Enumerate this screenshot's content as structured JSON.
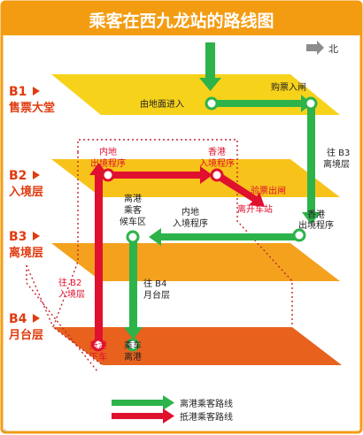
{
  "title": "乘客在西九龙站的路线图",
  "compass": {
    "label": "北"
  },
  "floors": [
    {
      "code": "B1",
      "name": "售票大堂"
    },
    {
      "code": "B2",
      "name": "入境层"
    },
    {
      "code": "B3",
      "name": "离境层"
    },
    {
      "code": "B4",
      "name": "月台层"
    }
  ],
  "labels": {
    "ground_entry": "由地面进入",
    "ticket_gate": "购票入闸",
    "to_b3_1": "往 B3",
    "to_b3_2": "离境层",
    "mainland_exit_1": "内地",
    "mainland_exit_2": "出境程序",
    "hk_entry_1": "香港",
    "hk_entry_2": "入境程序",
    "ticket_exit": "验票出闸",
    "leave_station": "离开车站",
    "hk_exit_1": "香港",
    "hk_exit_2": "出境程序",
    "waiting_1": "离港",
    "waiting_2": "乘客",
    "waiting_3": "候车区",
    "mainland_entry_1": "内地",
    "mainland_entry_2": "入境程序",
    "to_b4_1": "往 B4",
    "to_b4_2": "月台层",
    "to_b2_1": "往 B2",
    "to_b2_2": "入境层",
    "arrive_1": "抵港",
    "arrive_2": "下车",
    "board_1": "乘车",
    "board_2": "离港"
  },
  "legend": {
    "departing": "离港乘客路线",
    "arriving": "抵港乘客路线"
  },
  "colors": {
    "frame": "#f39c12",
    "green": "#2db34a",
    "red": "#e0102f",
    "floor_b1": "#f7d21b",
    "floor_b2": "#f7c31a",
    "floor_b3": "#f4a11d",
    "floor_b4": "#e8621e",
    "floor_text": "#e03c10"
  },
  "page_mark": "n"
}
